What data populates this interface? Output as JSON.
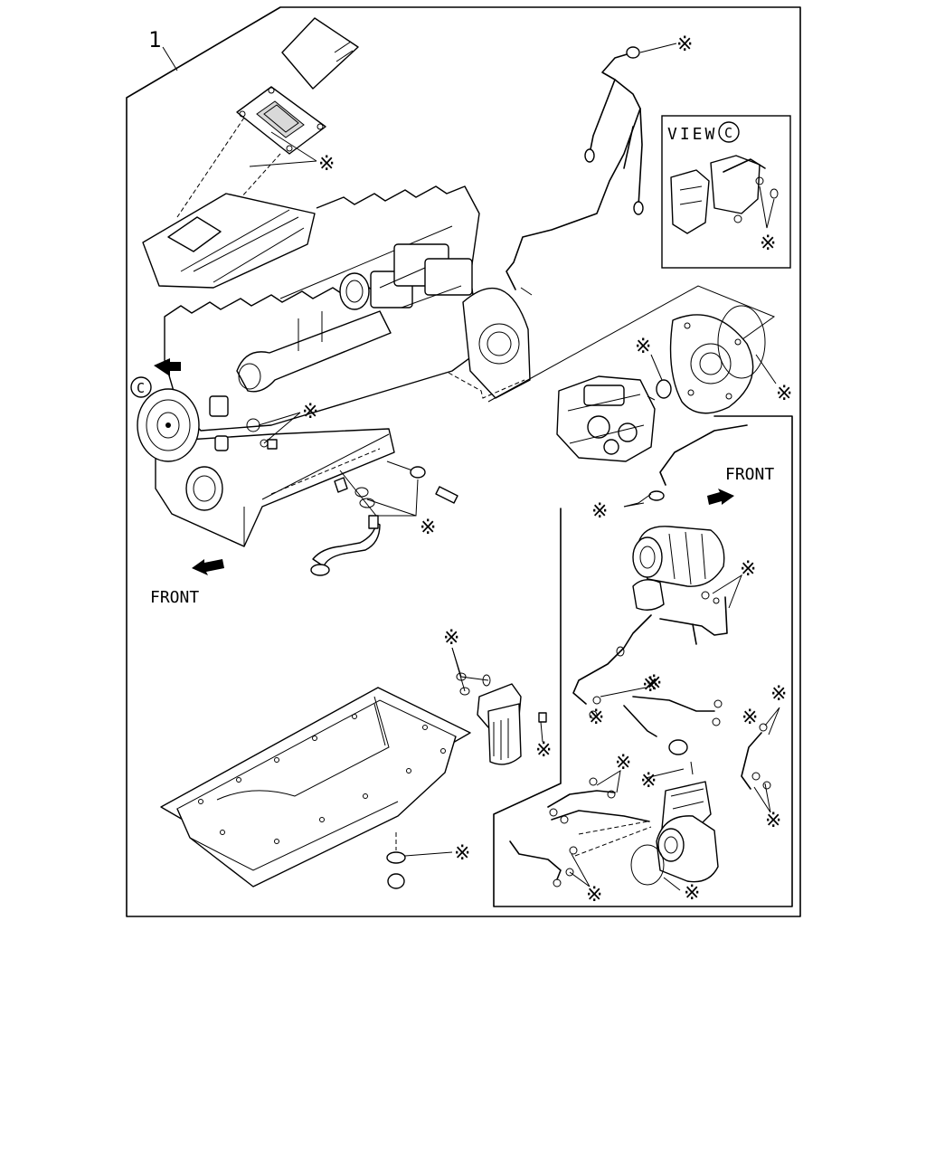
{
  "callout_number": "1",
  "view_label": "VIEW",
  "view_circle_letter": "C",
  "left_view_marker": "C",
  "front_label_left": "FRONT",
  "front_label_right": "FRONT",
  "supply_mark": "※"
}
